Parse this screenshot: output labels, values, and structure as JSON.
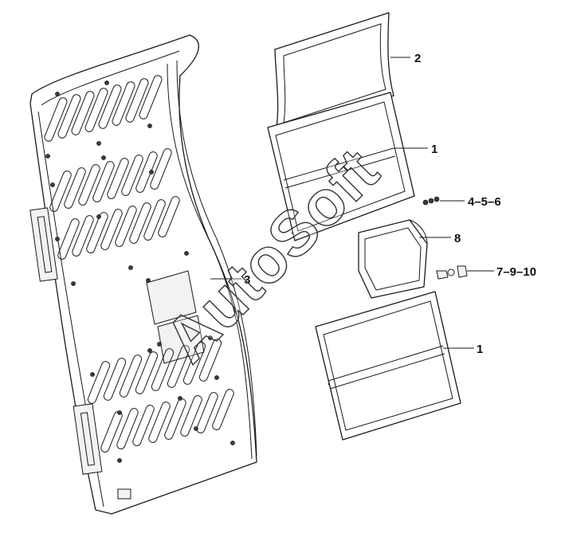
{
  "watermark": {
    "text": "AutoSoft"
  },
  "callouts": {
    "c1a": "1",
    "c1b": "1",
    "c2": "2",
    "c3": "3",
    "c456": "4–5–6",
    "c8": "8",
    "c7910": "7–9–10"
  },
  "colors": {
    "line": "#1a1a1a",
    "background": "#ffffff",
    "bolt": "#3a3a3a"
  }
}
